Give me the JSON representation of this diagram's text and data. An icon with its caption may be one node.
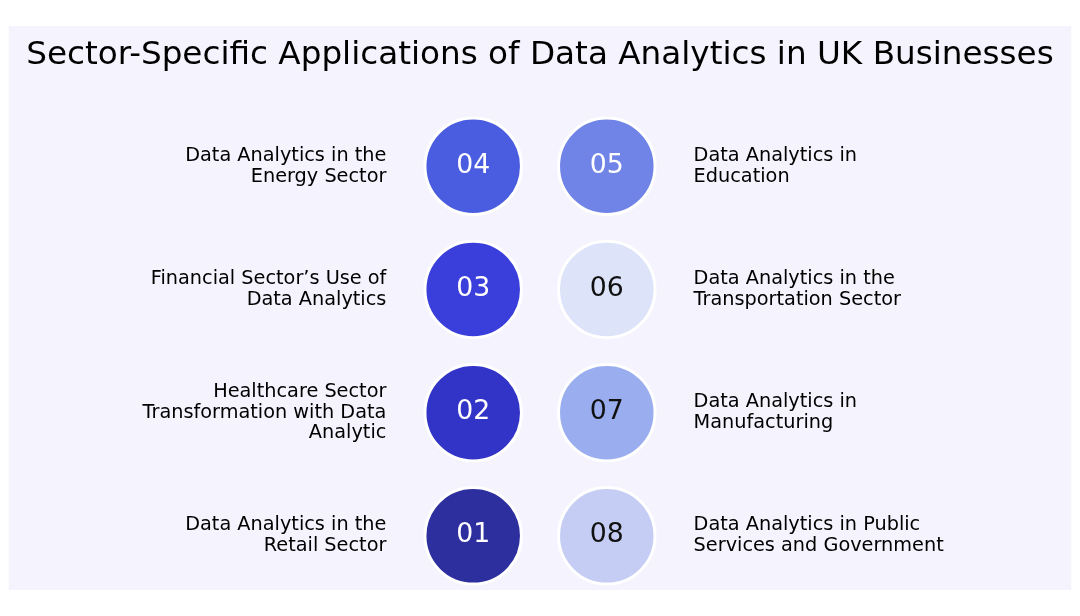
{
  "diagram": {
    "title": "Sector-Specific Applications of Data Analytics in UK Businesses",
    "nodes": [
      {
        "text": [
          "01"
        ],
        "beside": [
          "Data Analytics in the Retail Sector"
        ]
      },
      {
        "text": [
          "02"
        ],
        "beside": [
          "Healthcare Sector Transformation with Data Analytic"
        ]
      },
      {
        "text": [
          "03"
        ],
        "beside": [
          "Financial Sector’s Use of Data Analytics"
        ]
      },
      {
        "text": [
          "04"
        ],
        "beside": [
          "Data Analytics in the Energy Sector"
        ]
      },
      {
        "text": [
          "05"
        ],
        "beside": [
          "Data Analytics in Education"
        ]
      },
      {
        "text": [
          "06"
        ],
        "beside": [
          "Data Analytics in the Transportation Sector"
        ]
      },
      {
        "text": [
          "07"
        ],
        "beside": [
          "Data Analytics in Manufacturing"
        ]
      },
      {
        "text": [
          "08"
        ],
        "beside": [
          "Data Analytics in Public Services and Government"
        ]
      }
    ]
  }
}
